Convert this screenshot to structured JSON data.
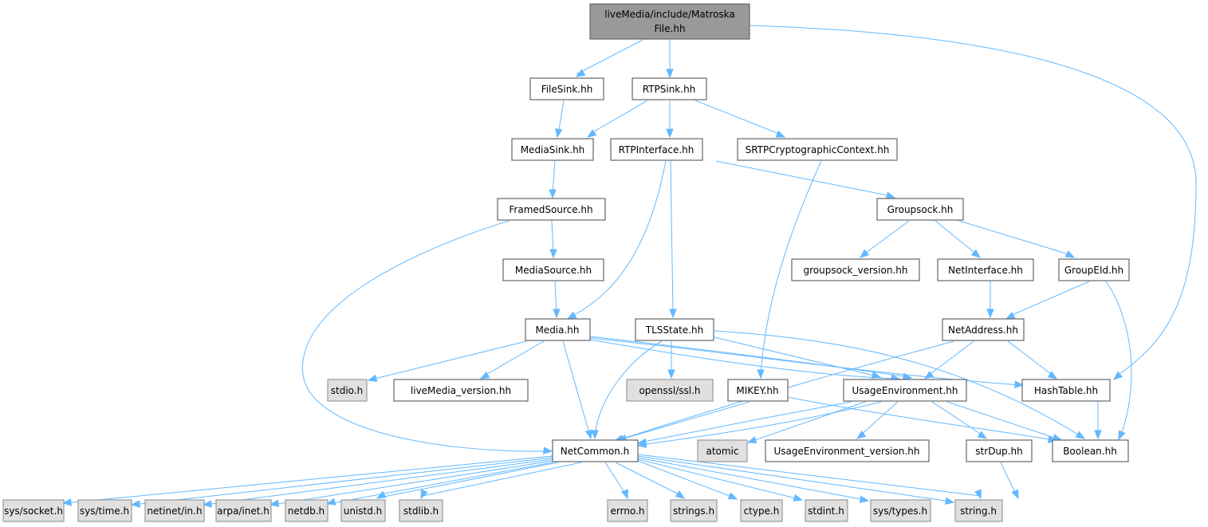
{
  "title": "liveMedia/include/MatroskaFile.hh include dependency graph",
  "colors": {
    "edge": "#63b8ff",
    "main_fill": "#999999",
    "system_fill": "#e0e0e0",
    "node_border": "#666666"
  },
  "nodes": {
    "main": {
      "line1": "liveMedia/include/Matroska",
      "line2": "File.hh"
    },
    "filesink": "FileSink.hh",
    "rtpsink": "RTPSink.hh",
    "mediasink": "MediaSink.hh",
    "rtpinterface": "RTPInterface.hh",
    "srtp": "SRTPCryptographicContext.hh",
    "framedsource": "FramedSource.hh",
    "groupsock": "Groupsock.hh",
    "mediasource": "MediaSource.hh",
    "groupsock_version": "groupsock_version.hh",
    "netinterface": "NetInterface.hh",
    "groupeid": "GroupEId.hh",
    "media": "Media.hh",
    "tlsstate": "TLSState.hh",
    "netaddress": "NetAddress.hh",
    "stdio": "stdio.h",
    "livemedia_version": "liveMedia_version.hh",
    "openssl": "openssl/ssl.h",
    "mikey": "MIKEY.hh",
    "usageenv": "UsageEnvironment.hh",
    "hashtable": "HashTable.hh",
    "netcommon": "NetCommon.h",
    "atomic": "atomic",
    "usageenv_version": "UsageEnvironment_version.hh",
    "strdup": "strDup.hh",
    "boolean": "Boolean.hh",
    "sys_socket": "sys/socket.h",
    "sys_time": "sys/time.h",
    "netinet_in": "netinet/in.h",
    "arpa_inet": "arpa/inet.h",
    "netdb": "netdb.h",
    "unistd": "unistd.h",
    "stdlib": "stdlib.h",
    "errno": "errno.h",
    "strings": "strings.h",
    "ctype": "ctype.h",
    "stdint": "stdint.h",
    "sys_types": "sys/types.h",
    "string": "string.h"
  }
}
